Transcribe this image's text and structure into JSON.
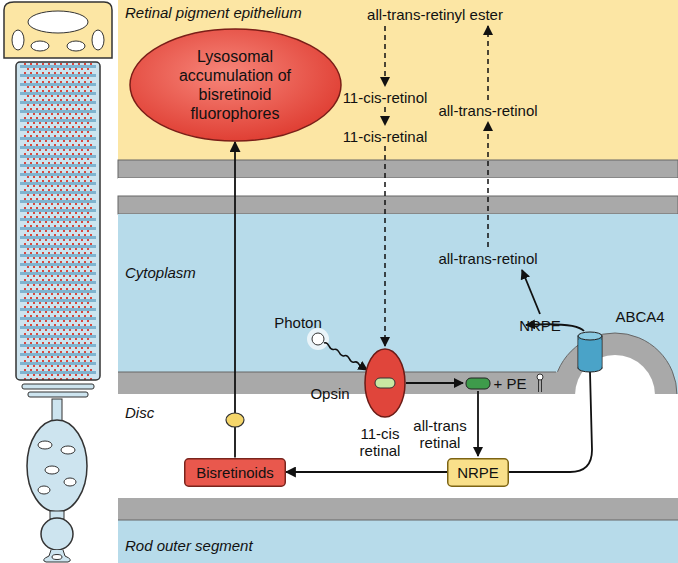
{
  "diagram": {
    "nodes": [
      {
        "text": [
          "Lysosomal accumulation of bisretinoid fluorophores"
        ]
      },
      {
        "text": [
          "Bisretinoids"
        ]
      },
      {
        "text": [
          "NRPE"
        ]
      }
    ],
    "edges": [
      {
        "from": 2,
        "to": 1,
        "arrow": "to"
      },
      {
        "from": 1,
        "to": 0,
        "arrow": "to"
      }
    ],
    "labels": [
      "Retinal pigment epithelium",
      "all-trans-retinyl ester",
      "11-cis-retinol",
      "11-cis-retinal",
      "all-trans-retinol",
      "Cytoplasm",
      "all-trans-retinol",
      "NRPE",
      "ABCA4",
      "Photon",
      "Opsin",
      "+ PE",
      "Disc",
      "11-cis retinal",
      "all-trans retinal",
      "Rod outer segment"
    ]
  }
}
